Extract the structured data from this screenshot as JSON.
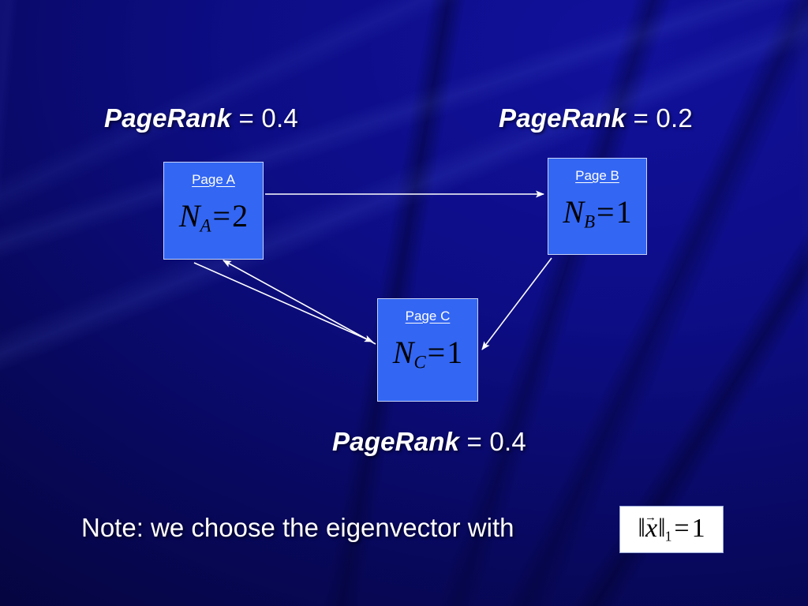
{
  "slide": {
    "background_color": "#0b0b7a",
    "accent_box_color": "#3366f2",
    "text_color": "#ffffff"
  },
  "captions": {
    "page_a": {
      "name": "PageRank",
      "eq": "=",
      "value": "0.4"
    },
    "page_b": {
      "name": "PageRank",
      "eq": "=",
      "value": "0.2"
    },
    "page_c": {
      "name": "PageRank",
      "eq": "=",
      "value": "0.4"
    }
  },
  "nodes": [
    {
      "id": "A",
      "title": "Page A",
      "var": "N",
      "sub": "A",
      "op": "=",
      "count": "2"
    },
    {
      "id": "B",
      "title": "Page B",
      "var": "N",
      "sub": "B",
      "op": "=",
      "count": "1"
    },
    {
      "id": "C",
      "title": "Page C",
      "var": "N",
      "sub": "C",
      "op": "=",
      "count": "1"
    }
  ],
  "edges": [
    {
      "from": "A",
      "to": "B"
    },
    {
      "from": "A",
      "to": "C"
    },
    {
      "from": "C",
      "to": "A"
    },
    {
      "from": "B",
      "to": "C"
    }
  ],
  "note": {
    "text": "Note: we choose the eigenvector with",
    "formula": {
      "bars": "‖",
      "vector": "x",
      "accent": "→",
      "subscript": "1",
      "op": "=",
      "value": "1"
    }
  },
  "chart_data": {
    "type": "diagram",
    "title": "PageRank link graph",
    "nodes": [
      {
        "id": "A",
        "label": "Page A",
        "outlinks": 2,
        "pagerank": 0.4
      },
      {
        "id": "B",
        "label": "Page B",
        "outlinks": 1,
        "pagerank": 0.2
      },
      {
        "id": "C",
        "label": "Page C",
        "outlinks": 1,
        "pagerank": 0.4
      }
    ],
    "edges": [
      {
        "source": "A",
        "target": "B"
      },
      {
        "source": "A",
        "target": "C"
      },
      {
        "source": "C",
        "target": "A"
      },
      {
        "source": "B",
        "target": "C"
      }
    ],
    "constraint": "||x||_1 = 1"
  }
}
